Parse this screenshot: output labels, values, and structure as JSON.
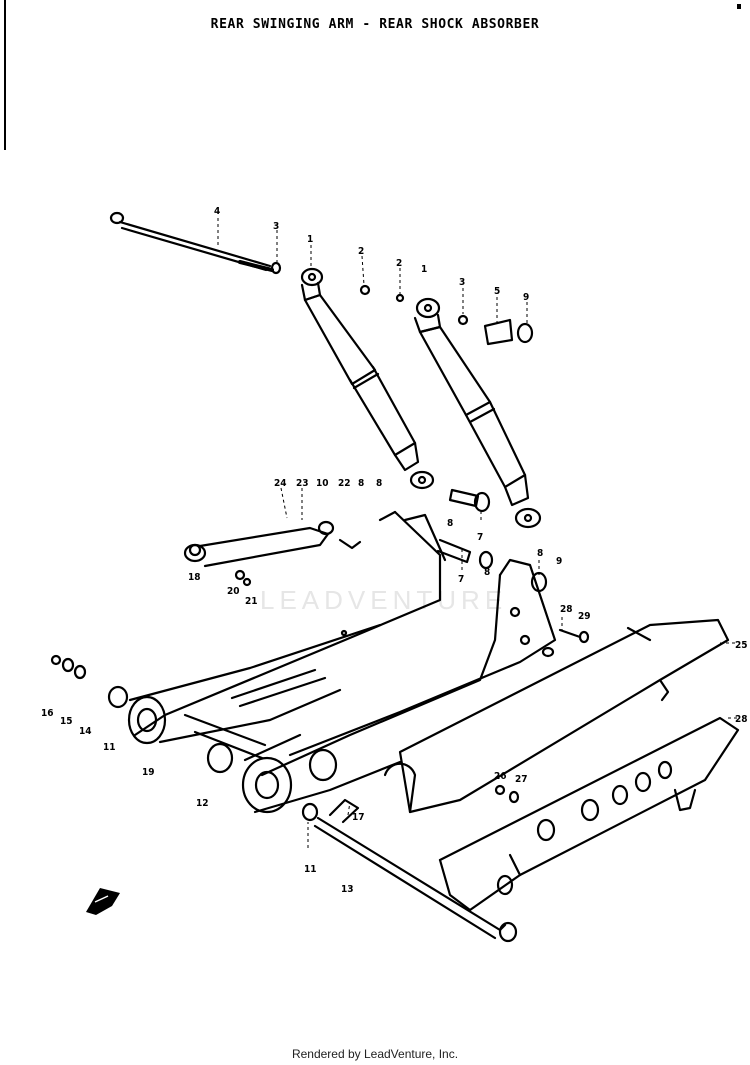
{
  "title": "REAR SWINGING ARM - REAR SHOCK ABSORBER",
  "watermark": "LEADVENTURE",
  "footer": "Rendered by LeadVenture, Inc.",
  "callouts": [
    "4",
    "3",
    "1",
    "2",
    "2",
    "1",
    "3",
    "5",
    "9",
    "24",
    "23",
    "10",
    "22",
    "8",
    "8",
    "8",
    "7",
    "8",
    "7",
    "8",
    "9",
    "18",
    "21",
    "20",
    "28",
    "29",
    "25",
    "16",
    "15",
    "14",
    "11",
    "19",
    "12",
    "17",
    "11",
    "13",
    "26",
    "27",
    "28"
  ],
  "icons": [
    "front-arrow-icon"
  ]
}
